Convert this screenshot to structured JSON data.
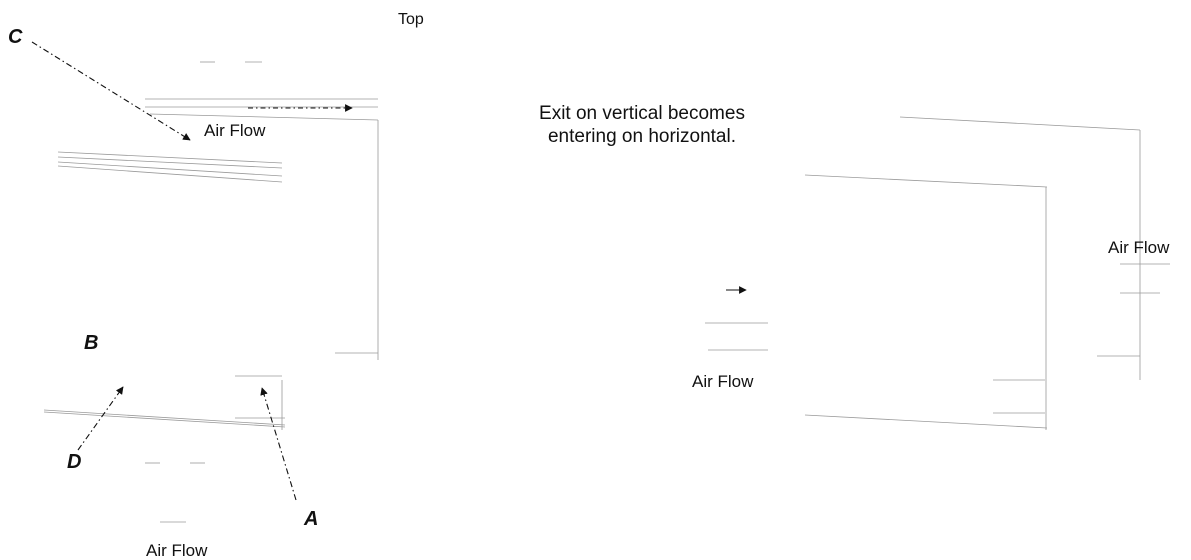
{
  "labels": {
    "top": "Top",
    "caption_line1": "Exit on vertical becomes",
    "caption_line2": "entering on horizontal.",
    "air_flow_upper_left": "Air Flow",
    "air_flow_bottom_left": "Air Flow",
    "air_flow_right_center": "Air Flow",
    "air_flow_far_right": "Air Flow",
    "letter_a": "A",
    "letter_b": "B",
    "letter_c": "C",
    "letter_d": "D"
  }
}
